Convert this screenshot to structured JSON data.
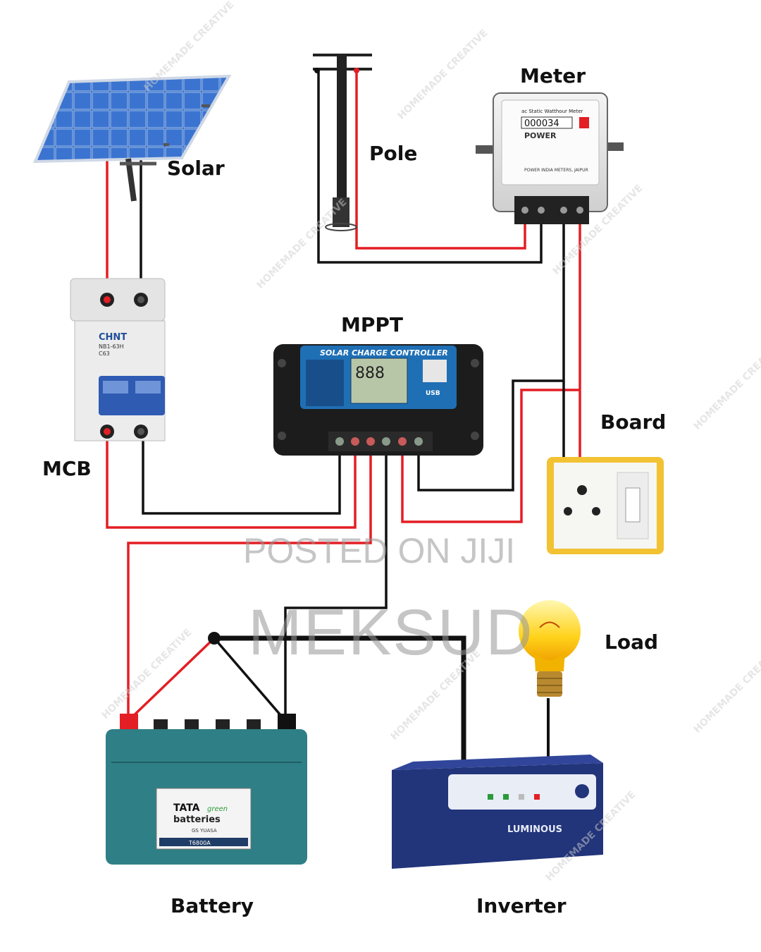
{
  "labels": {
    "solar": "Solar",
    "pole": "Pole",
    "meter": "Meter",
    "mppt": "MPPT",
    "mcb": "MCB",
    "board": "Board",
    "load": "Load",
    "battery": "Battery",
    "inverter": "Inverter"
  },
  "devices": {
    "controller_title": "SOLAR CHARGE CONTROLLER",
    "controller_display": "888",
    "controller_usb": "USB",
    "mcb_brand": "CHNT",
    "mcb_model": "NB1-63H",
    "mcb_rating": "C63",
    "battery_brand": "TATA",
    "battery_brand_sub": "green",
    "battery_word": "batteries",
    "battery_partner": "GS YUASA",
    "battery_model": "T6800A",
    "inverter_brand": "LUMINOUS",
    "meter_title": "ac Static Watthour Meter",
    "meter_reading": "000034",
    "meter_brand": "POWER",
    "meter_maker": "POWER INDIA METERS, JAIPUR"
  },
  "watermarks": {
    "posted": "POSTED ON JIJI",
    "seller": "MEKSUD",
    "background": "HOMEMADE CREATIVE"
  },
  "colors": {
    "wire_positive": "#e31e24",
    "wire_negative": "#111111",
    "controller_blue": "#1f6fb5",
    "battery_teal": "#2f7f86",
    "inverter_navy": "#22347a",
    "board_frame": "#f2c233"
  }
}
